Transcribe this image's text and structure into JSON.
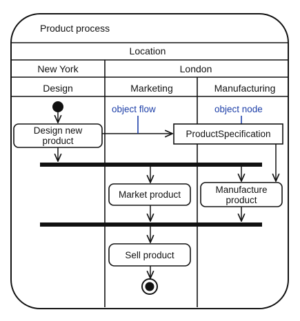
{
  "diagram": {
    "title": "Product process",
    "partition_root": "Location",
    "partitions": {
      "new_york": "New York",
      "london": "London"
    },
    "swimlanes": {
      "design": "Design",
      "marketing": "Marketing",
      "manufacturing": "Manufacturing"
    },
    "nodes": {
      "design_new_product": [
        "Design new",
        "product"
      ],
      "product_specification": "ProductSpecification",
      "market_product": "Market product",
      "manufacture_product": [
        "Manufacture",
        "product"
      ],
      "sell_product": "Sell product"
    },
    "annotations": {
      "object_flow": "object flow",
      "object_node": "object node"
    },
    "colors": {
      "ink": "#111111",
      "annotation": "#1d3fa8",
      "background": "#ffffff"
    }
  }
}
